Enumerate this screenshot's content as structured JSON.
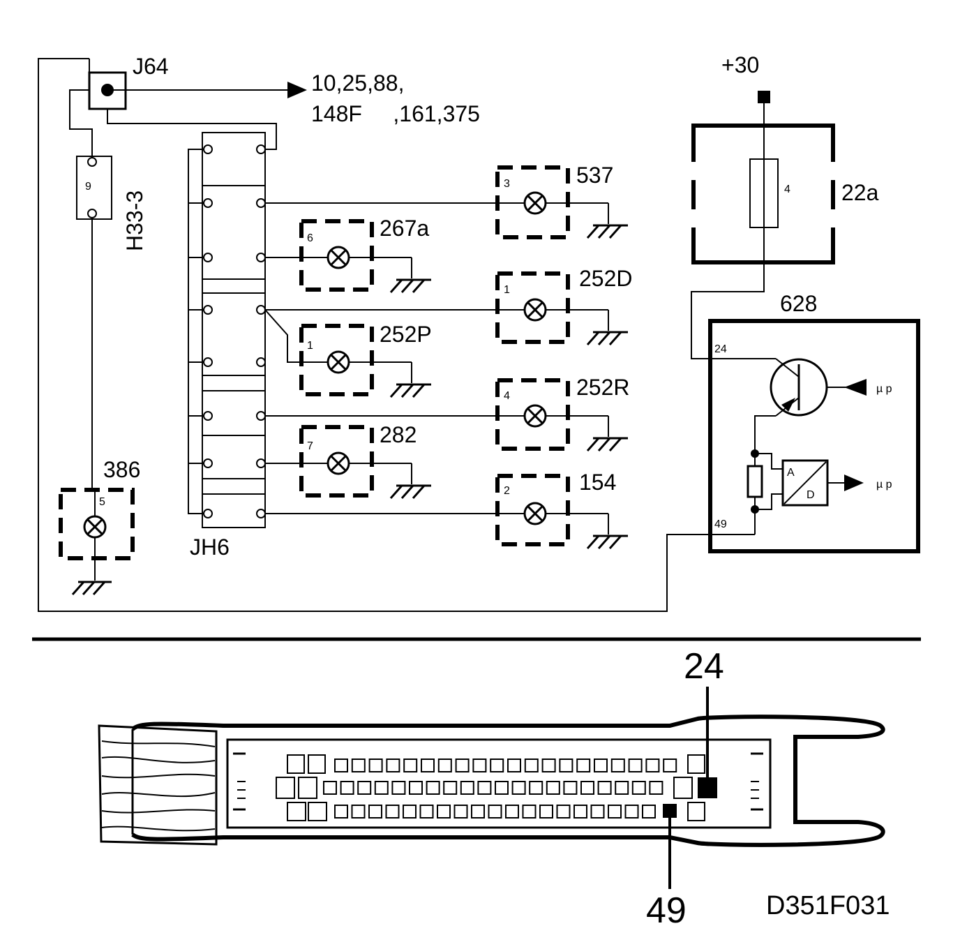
{
  "labels": {
    "j64": "J64",
    "refs_line1": "10,25,88,",
    "refs_line2": "148F     ,161,375",
    "h33": "H33-3",
    "h33_pin": "9",
    "jh6": "JH6",
    "plus30": "+30",
    "fuse_box": "22a",
    "fuse_num": "4",
    "ecu": "628",
    "ecu_pin_24": "24",
    "ecu_pin_49": "49",
    "up_1": "µ p",
    "up_2": "µ p",
    "adc_a": "A",
    "adc_d": "D",
    "connector_pin_24": "24",
    "connector_pin_49": "49",
    "figure_code": "D351F031"
  },
  "lamps": [
    {
      "id": "537",
      "pin": "3"
    },
    {
      "id": "267a",
      "pin": "6"
    },
    {
      "id": "252D",
      "pin": "1"
    },
    {
      "id": "252P",
      "pin": "1"
    },
    {
      "id": "252R",
      "pin": "4"
    },
    {
      "id": "282",
      "pin": "7"
    },
    {
      "id": "154",
      "pin": "2"
    },
    {
      "id": "386",
      "pin": "5"
    }
  ]
}
